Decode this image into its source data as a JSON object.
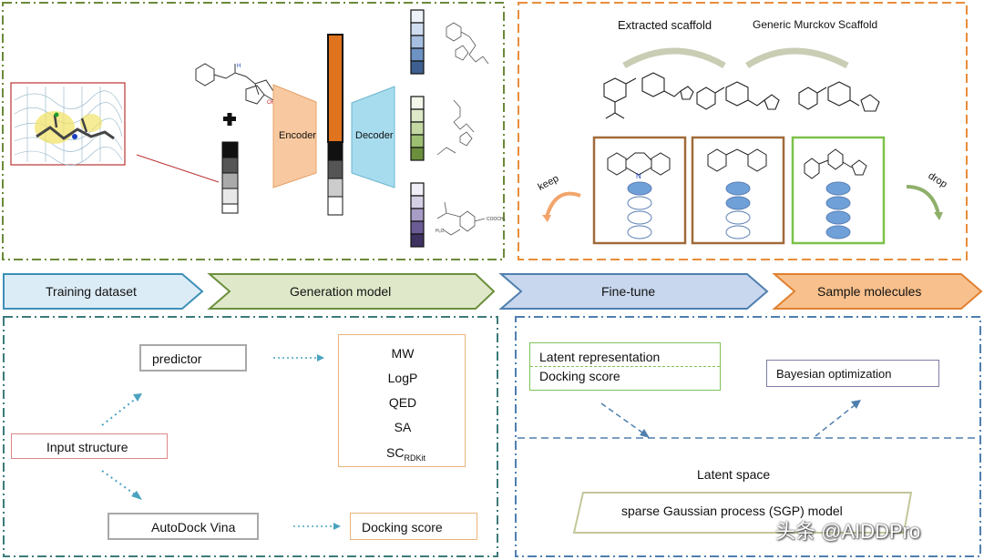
{
  "generation": {
    "encoder_label": "Encoder",
    "decoder_label": "Decoder"
  },
  "scaffold": {
    "extracted_label": "Extracted scaffold",
    "generic_label": "Generic Murckov Scaffold",
    "keep_label": "keep",
    "drop_label": "drop"
  },
  "pipeline": {
    "steps": [
      "Training dataset",
      "Generation model",
      "Fine-tune",
      "Sample molecules"
    ]
  },
  "properties": {
    "predictor_label": "predictor",
    "input_label": "Input structure",
    "vina_label": "AutoDock Vina",
    "docking_label": "Docking score",
    "props": [
      "MW",
      "LogP",
      "QED",
      "SA"
    ],
    "sc_main": "SC",
    "sc_sub": "RDKit"
  },
  "optimization": {
    "latent_rep_label": "Latent representation",
    "docking_label": "Docking score",
    "bayes_label": "Bayesian optimization",
    "latent_space_label": "Latent space",
    "sgp_label": "sparse Gaussian process (SGP) model"
  },
  "watermark": "头条 @AIDDPro",
  "colors": {
    "green_border": "#6b8a3a",
    "orange_border": "#e98d3c",
    "teal_border": "#3d7b7a",
    "blue_border": "#4f7fae",
    "encoder_fill": "#f8c9a0",
    "decoder_fill": "#a7dcee",
    "latent_orange": "#e0731e"
  }
}
